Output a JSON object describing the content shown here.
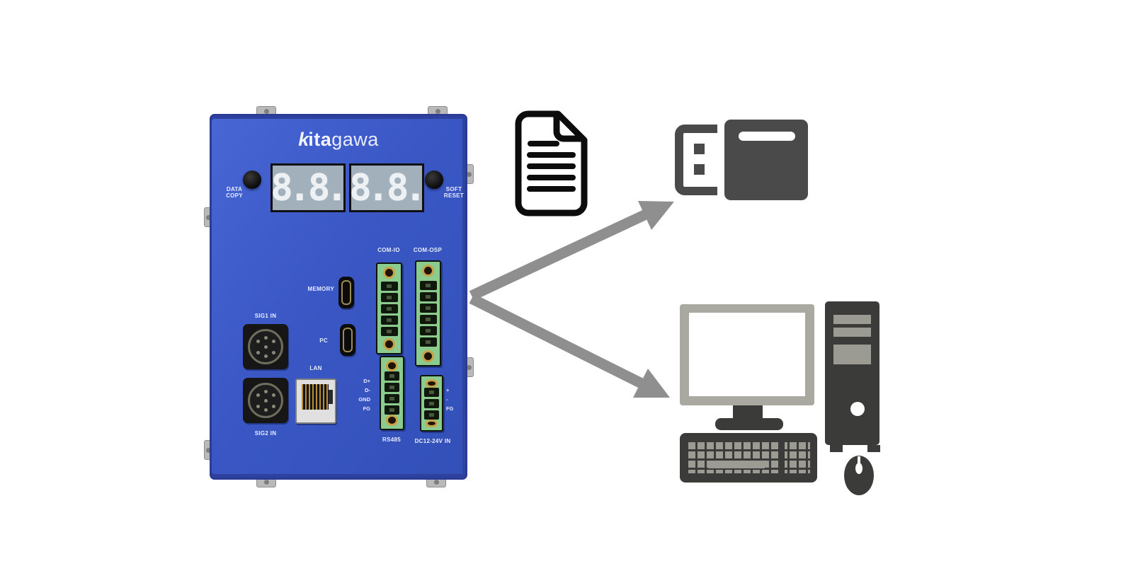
{
  "device": {
    "logo": {
      "mark": "k",
      "bold": "ita",
      "light": "gawa"
    },
    "display_digits": [
      "8.",
      "8.",
      "8.",
      "8."
    ],
    "buttons": {
      "data_copy": "DATA\nCOPY",
      "soft_reset": "SOFT\nRESET"
    },
    "ports": {
      "com_io": "COM-IO",
      "com_osp": "COM-OSP",
      "memory": "MEMORY",
      "pc": "PC",
      "sig1": "SIG1 IN",
      "sig2": "SIG2 IN",
      "lan": "LAN",
      "rs485": "RS485",
      "rs485_pins": [
        "D+",
        "D-",
        "GND",
        "FG"
      ],
      "power": "DC12-24V IN",
      "power_pins": [
        "+",
        "-",
        "FG"
      ]
    }
  },
  "icons": {
    "document": "document-icon",
    "usb_drive": "usb-flash-drive-icon",
    "computer": "desktop-computer-icon",
    "arrow_up": "arrow-device-to-usb",
    "arrow_down": "arrow-device-to-computer"
  },
  "colors": {
    "device_blue": "#3a57c5",
    "device_blue_dark": "#2b3c96",
    "display_bg": "#a2b0bc",
    "segment_white": "#eef1f3",
    "connector_green": "#8ccb8e",
    "screw_gold": "#c9a147",
    "arrow_gray": "#8f8f8f",
    "icon_dark": "#454545",
    "monitor_gray": "#a9a9a2",
    "key_gray": "#9b9b94"
  }
}
